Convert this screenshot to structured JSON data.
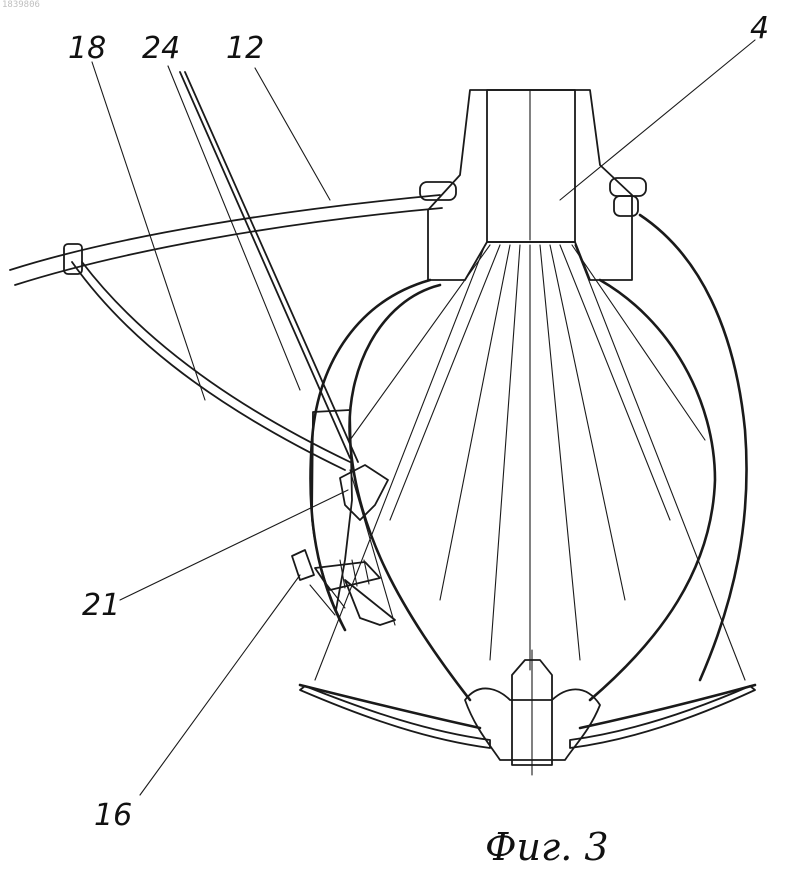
{
  "corner_id": "1839806",
  "labels": {
    "l18": "18",
    "l24": "24",
    "l12": "12",
    "l4": "4",
    "l21": "21",
    "l16": "16"
  },
  "caption": "Фиг. 3"
}
